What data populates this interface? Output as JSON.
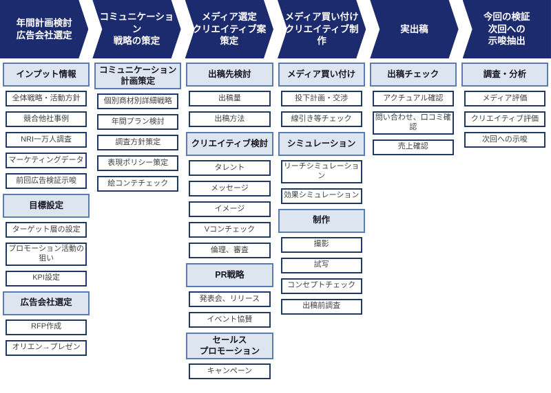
{
  "colors": {
    "navy": "#1c2a6e",
    "header_fill": "#dce5f0",
    "header_border": "#5b7ab2",
    "item_border": "#1f3864",
    "item_text": "#3f3f3f",
    "stage_text": "#ffffff"
  },
  "stages": [
    "年間計画検討\n広告会社選定",
    "コミュニケーション\n戦略の策定",
    "メディア選定\nクリエイティブ案\n策定",
    "メディア買い付け\nクリエイティブ制作",
    "実出稿",
    "今回の検証\n次回への\n示唆抽出"
  ],
  "columns": [
    {
      "groups": [
        {
          "title": "インプット情報",
          "items": [
            "全体戦略・活動方針",
            "競合他社事例",
            "NRI一万人調査",
            "マーケティングデータ",
            "前回広告検証示唆"
          ]
        },
        {
          "title": "目標設定",
          "items": [
            "ターゲット層の設定",
            "プロモーション活動の\n狙い",
            "KPI設定"
          ]
        },
        {
          "title": "広告会社選定",
          "items": [
            "RFP作成",
            "オリエン→プレゼン"
          ]
        }
      ]
    },
    {
      "groups": [
        {
          "title": "コミュニケーション\n計画策定",
          "items": [
            "個別商材別詳細戦略",
            "年間プラン検討",
            "調査方針策定",
            "表現ポリシー策定",
            "絵コンテチェック"
          ]
        }
      ]
    },
    {
      "groups": [
        {
          "title": "出稿先検討",
          "items": [
            "出稿量",
            "出稿方法"
          ]
        },
        {
          "title": "クリエイティブ検討",
          "items": [
            "タレント",
            "メッセージ",
            "イメージ",
            "Vコンチェック",
            "倫理、審査"
          ]
        },
        {
          "title": "PR戦略",
          "items": [
            "発表会、リリース",
            "イベント協賛"
          ]
        },
        {
          "title": "セールス\nプロモーション",
          "items": [
            "キャンペーン"
          ]
        }
      ]
    },
    {
      "groups": [
        {
          "title": "メディア買い付け",
          "items": [
            "投下計画・交渉",
            "線引き等チェック"
          ]
        },
        {
          "title": "シミュレーション",
          "items": [
            "リーチシミュレーション",
            "効果シミュレーション"
          ]
        },
        {
          "title": "制作",
          "items": [
            "撮影",
            "試写",
            "コンセプトチェック",
            "出稿前調査"
          ]
        }
      ]
    },
    {
      "groups": [
        {
          "title": "出稿チェック",
          "items": [
            "アクチュアル確認",
            "問い合わせ、口コミ確認",
            "売上確認"
          ]
        }
      ]
    },
    {
      "groups": [
        {
          "title": "調査・分析",
          "items": [
            "メディア評価",
            "クリエイティブ評価",
            "次回への示唆"
          ]
        }
      ]
    }
  ]
}
